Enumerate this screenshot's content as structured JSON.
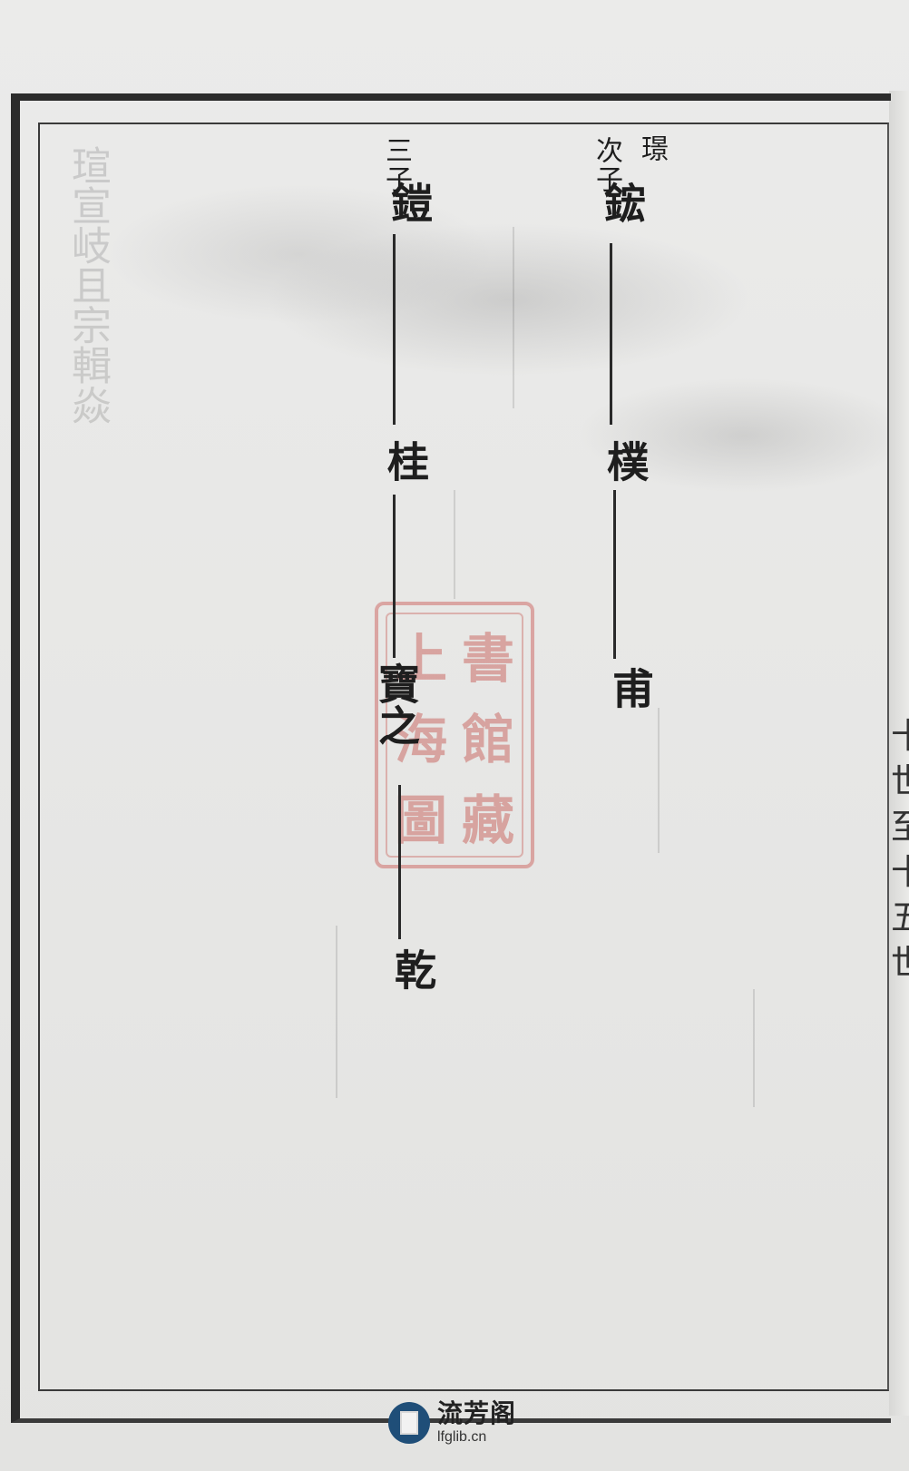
{
  "genealogy": {
    "col_left": {
      "note": "三子",
      "generations": [
        "鎧",
        "桂",
        "寶之",
        "乾"
      ]
    },
    "col_right": {
      "note_top": "璟",
      "note": "次子",
      "generations": [
        "鋐",
        "樸",
        "甫"
      ]
    }
  },
  "right_strip": [
    "十",
    "世",
    "至",
    "十",
    "五",
    "世"
  ],
  "seal": {
    "chars": [
      "上",
      "海",
      "圖",
      "書",
      "館",
      "藏"
    ],
    "color": "#cd6e69"
  },
  "watermark": {
    "site_name": "流芳阁",
    "url": "lfglib.cn",
    "icon": "book-icon",
    "brand_color": "#1f4e78"
  }
}
